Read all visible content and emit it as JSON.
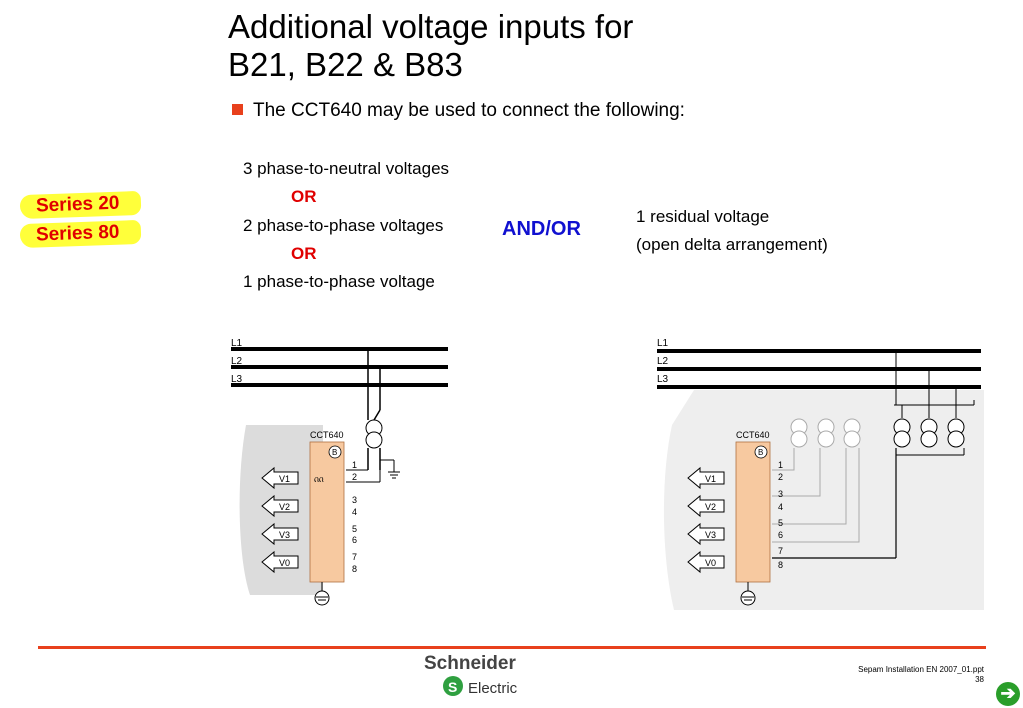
{
  "slide": {
    "title_line1": "Additional voltage inputs for",
    "title_line2": "B21, B22 & B83",
    "bullet": "The CCT640 may be used to connect the following:"
  },
  "options_left": {
    "item1": "3 phase-to-neutral voltages",
    "or1": "OR",
    "item2": "2 phase-to-phase voltages",
    "or2": "OR",
    "item3": "1 phase-to-phase voltage"
  },
  "and_or": "AND/OR",
  "options_right": {
    "line1": "1 residual voltage",
    "line2": "(open delta arrangement)"
  },
  "highlights": [
    "Series 20",
    "Series 80"
  ],
  "diagram": {
    "lines": [
      "L1",
      "L2",
      "L3"
    ],
    "module": "CCT640",
    "module_badge": "B",
    "inputs": [
      "V1",
      "V2",
      "V3",
      "V0"
    ],
    "terminals": [
      "1",
      "2",
      "3",
      "4",
      "5",
      "6",
      "7",
      "8"
    ]
  },
  "footer": {
    "brand_top": "Schneider",
    "brand_bottom": "Electric",
    "file": "Sepam Installation EN 2007_01.ppt",
    "page": "38"
  },
  "colors": {
    "accent": "#e8401c",
    "highlight": "#ffff3a",
    "red": "#e00000",
    "blue": "#1010d0",
    "module": "#f7c9a0",
    "panel": "#dcdcdc"
  }
}
